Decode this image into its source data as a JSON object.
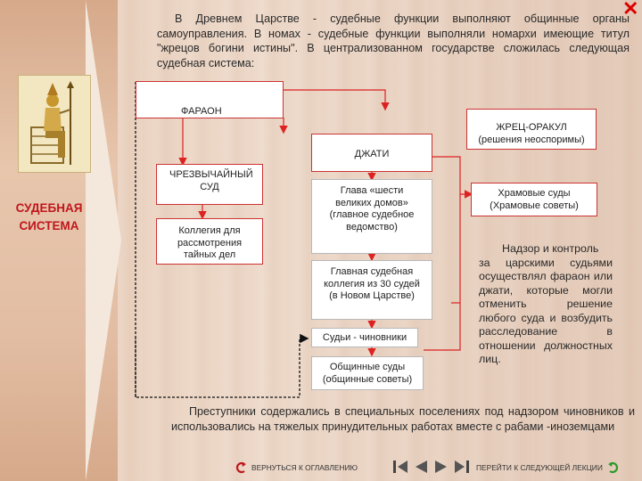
{
  "intro_text": "В Древнем Царстве - судебные функции выполняют общинные органы самоуправления. В номах - судебные функции выполняли номархи имеющие титул \"жрецов богини истины\". В централизованном государстве сложилась следующая судебная система:",
  "side_title_line1": "СУДЕБНАЯ",
  "side_title_line2": "СИСТЕМА",
  "boxes": {
    "pharaoh": "ФАРАОН",
    "oracle_title": "ЖРЕЦ-ОРАКУЛ",
    "oracle_sub": "(решения неоспоримы)",
    "djati": "ДЖАТИ",
    "extraordinary": "ЧРЕЗВЫЧАЙНЫЙ СУД",
    "college_secret": "Коллегия для рассмотрения тайных дел",
    "head": "Глава «шести великих домов» (главное судебное ведомство)",
    "main_college": "Главная судебная коллегия из 30 судей (в Новом Царстве)",
    "judges": "Судьи - чиновники",
    "community": "Общинные суды (общинные советы)",
    "temple": "Храмовые суды (Храмовые советы)"
  },
  "note_line1": "Надзор и контроль",
  "note_rest": "за царскими судьями осуществлял фараон или джати, которые могли отменить решение любого суда и возбудить расследование в отношении должностных лиц.",
  "outro_text": "Преступники содержались в специальных поселениях под надзором чиновников и использовались на тяжелых принудительных работах вместе с рабами -иноземцами",
  "nav": {
    "back_label": "ВЕРНУТЬСЯ К ОГЛАВЛЕНИЮ",
    "next_label": "ПЕРЕЙТИ К СЛЕДУЮЩЕЙ ЛЕКЦИИ"
  },
  "colors": {
    "accent": "#c0161c",
    "line": "#d22"
  },
  "icons": {
    "close": "close-icon",
    "first": "first-slide-icon",
    "prev": "prev-slide-icon",
    "next": "next-slide-icon",
    "last": "last-slide-icon"
  }
}
